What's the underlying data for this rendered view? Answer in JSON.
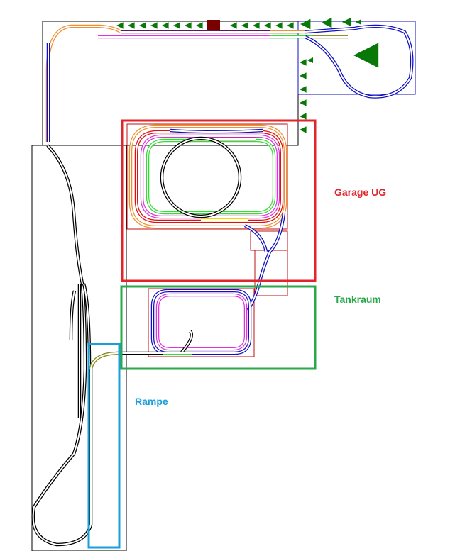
{
  "title": "Track plan",
  "rooms": [
    {
      "label": "Garage UG",
      "color": "#e0252b"
    },
    {
      "label": "Tankraum",
      "color": "#2aa84a"
    },
    {
      "label": "Rampe",
      "color": "#1aa0d8"
    }
  ],
  "colors": {
    "wall": "#000000",
    "tree": "#087808",
    "building": "#7a0000",
    "track_blue": "#1010c0",
    "track_orange": "#f09030",
    "track_magenta": "#e030e0",
    "track_green": "#30e030",
    "track_olive": "#909020",
    "track_brown": "#7a3010",
    "track_red": "#e01010"
  }
}
